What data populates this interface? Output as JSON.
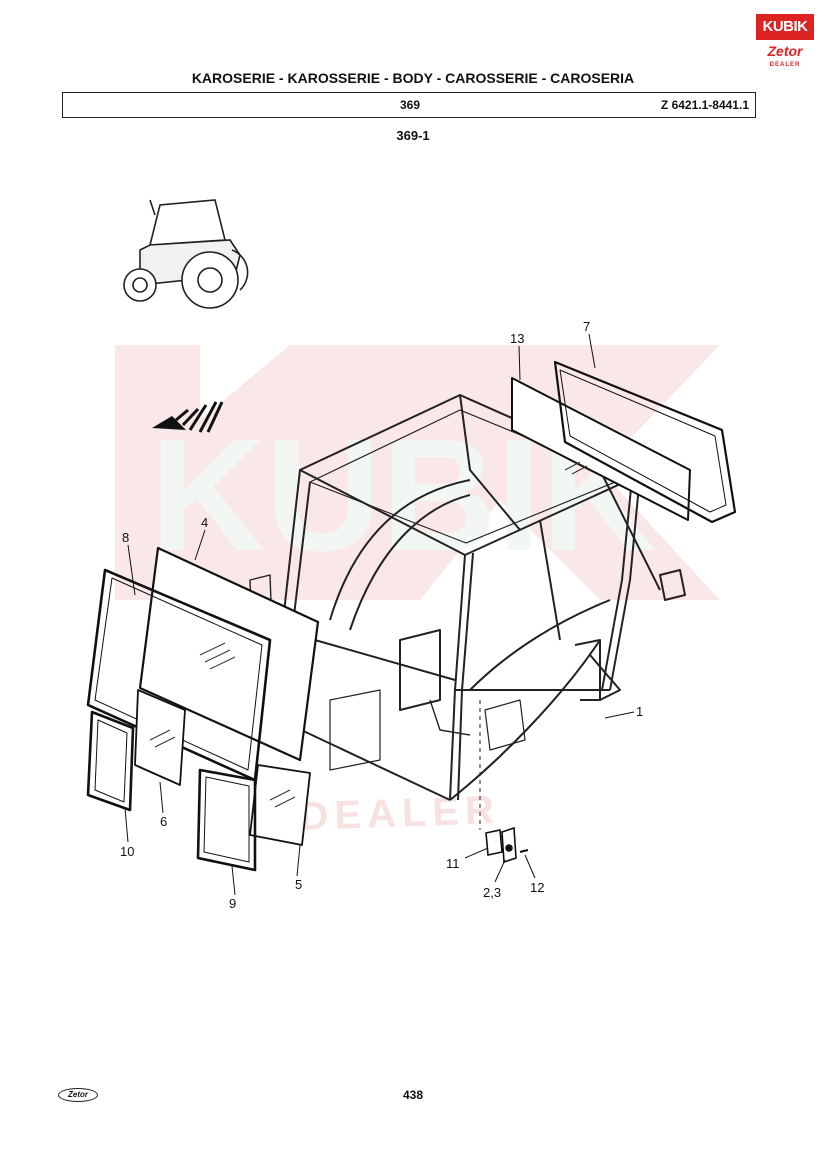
{
  "brand": {
    "dealer_logo_top": "KUBIK",
    "dealer_logo_sub": "Zetor",
    "dealer_logo_caption": "DEALER",
    "watermark_word": "KUBIK",
    "watermark_caption": "DEALER",
    "footer_logo": "Zetor",
    "accent_color": "#d22222",
    "watermark_color": "#f6d4d4"
  },
  "header": {
    "title": "KAROSERIE - KAROSSERIE - BODY - CAROSSERIE - CAROSERIA",
    "section": "369",
    "model_range": "Z 6421.1-8441.1"
  },
  "diagram": {
    "id": "369-1",
    "callouts": [
      "13",
      "7",
      "4",
      "8",
      "1",
      "6",
      "10",
      "5",
      "9",
      "11",
      "2,3",
      "12"
    ]
  },
  "footer": {
    "page_number": "438"
  }
}
